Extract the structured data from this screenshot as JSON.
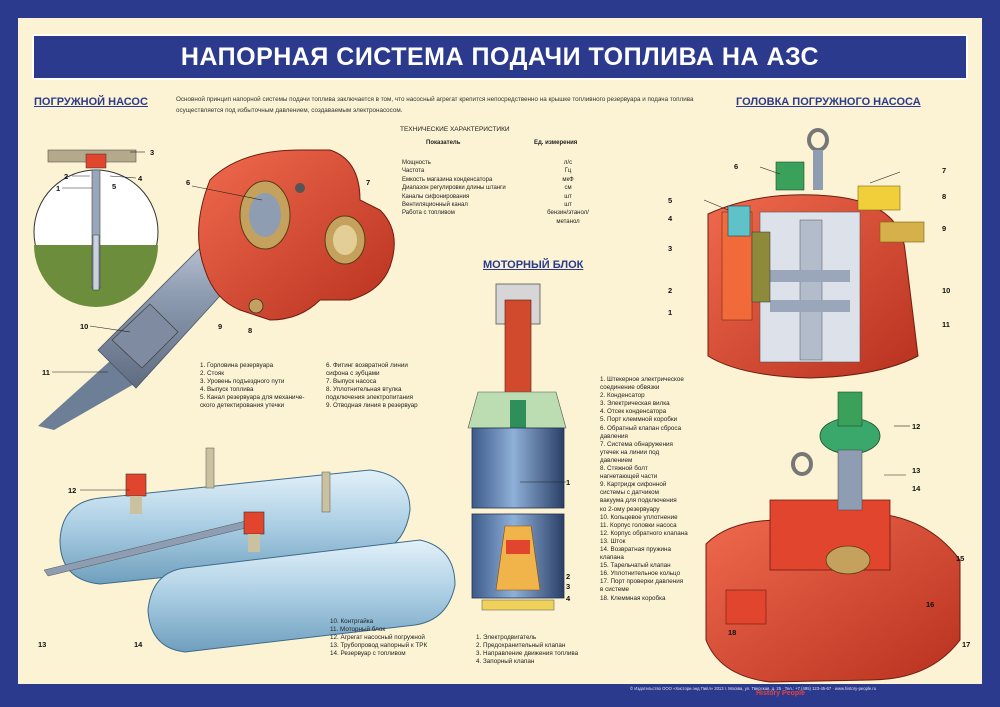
{
  "title": "НАПОРНАЯ СИСТЕМА ПОДАЧИ ТОПЛИВА НА АЗС",
  "sections": {
    "pump": "ПОГРУЖНОЙ НАСОС",
    "motor": "МОТОРНЫЙ БЛОК",
    "head": "ГОЛОВКА ПОГРУЖНОГО НАСОСА"
  },
  "intro": "Основной принцип напорной системы подачи топлива заключается в том, что насосный агрегат крепится непосредственно на крышке топливного резервуара и подача топлива осуществляется под избыточным давлением, создаваемым электронасосом.",
  "tech": {
    "title": "ТЕХНИЧЕСКИЕ ХАРАКТЕРИСТИКИ",
    "col1": "Показатель",
    "col2": "Ед. измерения",
    "rows": [
      "Мощность",
      "Частота",
      "Емкость магазина конденсатора",
      "Диапазон регулировки длины штанги",
      "Каналы сифонирования",
      "Вентиляционный канал",
      "Работа с топливом"
    ],
    "units": [
      "л/с",
      "Гц",
      "мкФ",
      "см",
      "шт",
      "шт",
      "бензин/этанол/ метанол"
    ]
  },
  "legend_pump": [
    "1. Горловина резервуара",
    "2. Стояк",
    "3. Уровень подъездного пути",
    "4. Выпуск топлива",
    "5. Канал резервуара для механиче-",
    "ского детектирования утечки"
  ],
  "legend_pump2": [
    "6. Фитинг возвратной линии",
    "сифона с зубцами",
    "7. Выпуск насоса",
    "8. Уплотнительная втулка",
    "подключения электропитания",
    "9. Отводная линия в резервуар"
  ],
  "legend_tank": [
    "10. Контргайка",
    "11. Моторный блок",
    "12. Агрегат насосный погружной",
    "13. Трубопровод напорный к ТРК",
    "14. Резервуар с топливом"
  ],
  "legend_motor": [
    "1. Электродвигатель",
    "2. Предохранительный клапан",
    "3. Направление движения топлива",
    "4. Запорный клапан"
  ],
  "legend_head": [
    "1. Штекерное электрическое",
    "соединение обвязки",
    "2. Конденсатор",
    "3. Электрическая вилка",
    "4. Отсек конденсатора",
    "5. Порт клеммной коробки",
    "6. Обратный клапан сброса",
    "давления",
    "7. Система обнаружения",
    "утечек на линии под",
    "давлением",
    "8. Стяжной болт",
    "нагнетающей части",
    "9. Картридж сифонной",
    "системы с датчиком",
    "вакуума для подключения",
    "ко 2-ому резервуару",
    "10. Кольцевое уплотнение",
    "11. Корпус головки насоса",
    "12. Корпус обратного клапана",
    "13. Шток",
    "14. Возвратная пружина",
    "клапана",
    "15. Тарельчатый клапан",
    "16. Уплотнительное кольцо",
    "17. Порт проверки давления",
    "в системе",
    "18. Клеммная коробка"
  ],
  "footer": "© Издательство ООО «Хистори энд Пипл» 2013 г. Москва, ул. Тверская, д. 25 · Тел.: +7 (495) 123-45-67 · www.history-people.ru",
  "brand": "History People",
  "colors": {
    "navy": "#2b3a8c",
    "paper": "#fbf3d4",
    "red": "#e2452e",
    "steel": "#9aa7bb",
    "tank": "#b9d9ea"
  }
}
